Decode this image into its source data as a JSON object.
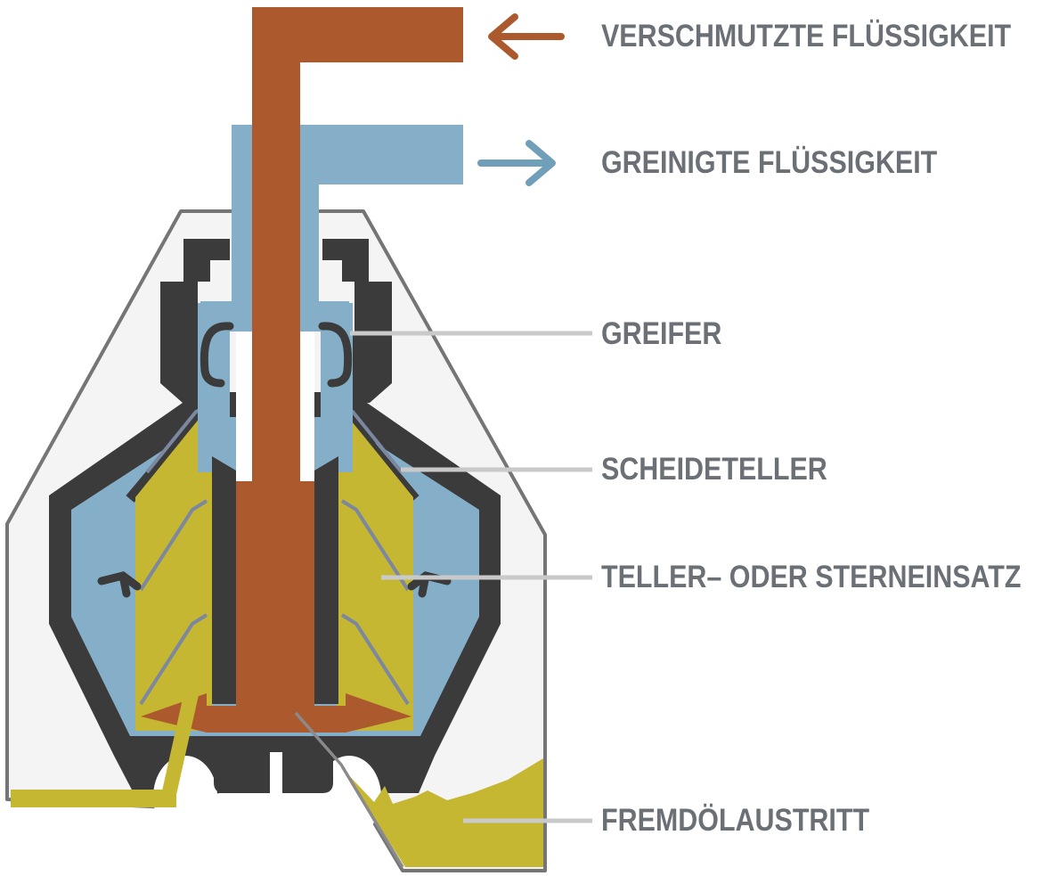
{
  "diagram": {
    "type": "separator-cross-section",
    "labels": {
      "dirty": {
        "text": "VERSCHMUTZTE FLÜSSIGKEIT",
        "arrow": "left-arrow-icon"
      },
      "clean": {
        "text": "GREINIGTE FLÜSSIGKEIT",
        "arrow": "right-arrow-icon"
      },
      "greifer": {
        "text": "GREIFER"
      },
      "scheideteller": {
        "text": "SCHEIDETELLER"
      },
      "insert": {
        "text": "TELLER– ODER STERNEINSATZ"
      },
      "oil_outlet": {
        "text": "FREMDÖLAUSTRITT"
      }
    }
  },
  "colors": {
    "dirty_liquid": "#AC5A2D",
    "clean_liquid": "#85AFC9",
    "arrow_clean": "#6F9FB9",
    "oil": "#C6B733",
    "machine_dark": "#3B3B3B",
    "shell_fill": "#F4F4F4",
    "shell_outline": "#757575",
    "funnel_line": "#8A8A8A",
    "leader_line": "#C9C9C9",
    "hatch_line": "#7C87A0",
    "label_text": "#6B7076",
    "background": "#FFFFFF"
  }
}
